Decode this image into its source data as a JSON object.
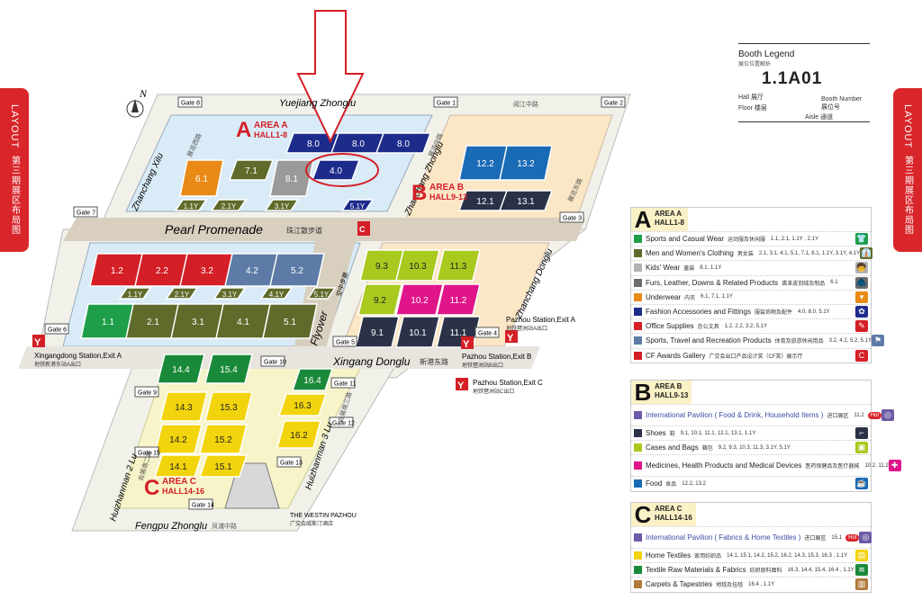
{
  "side_tab": {
    "en": "LAYOUT",
    "zh": "第三期展区布局图"
  },
  "streets": {
    "yuejiang_en": "Yuejiang Zhonglu",
    "yuejiang_zh": "阅江中路",
    "zhanchang_xilu": "Zhanchang Xilu",
    "zhanchang_xilu_zh": "展览西路",
    "zhanchang_zhonglu": "Zhanchang Zhonglu",
    "zhanchang_zhonglu_zh": "展览中路",
    "zhanchang_donglu": "Zhanchang Donglu",
    "zhanchang_donglu_zh": "展览东路",
    "pearl_promenade": "Pearl Promenade",
    "pearl_promenade_zh": "珠江散步道",
    "flyover": "Flyover",
    "flyover_zh": "空中步廊",
    "xingang_donglu": "Xingang Donglu",
    "xingang_donglu_zh": "新港东路",
    "fengpu_zhonglu": "Fengpu Zhonglu",
    "fengpu_zhonglu_zh": "凤浦中路",
    "huizhanman2": "Huizhanman 2 Lu",
    "huizhanman2_zh": "会展南二路",
    "huizhanman3": "Huizhanman 3 Lu",
    "huizhanman3_zh": "会展南三路"
  },
  "gates": [
    "Gate 8",
    "Gate 1",
    "Gate 2",
    "Gate 7",
    "Gate 3",
    "Gate 6",
    "Gate 5",
    "Gate 4",
    "Gate 10",
    "Gate 9",
    "Gate 11",
    "Gate 12",
    "Gate 15",
    "Gate 13",
    "Gate 14"
  ],
  "areas": {
    "a": {
      "letter": "A",
      "name": "AREA A",
      "halls": "HALL1-8"
    },
    "b": {
      "letter": "B",
      "name": "AREA B",
      "halls": "HALL9-13"
    },
    "c": {
      "letter": "C",
      "name": "AREA C",
      "halls": "HALL14-16"
    }
  },
  "stations": {
    "xingangdong": "Xingangdong Station,Exit A",
    "xingangdong_zh": "地铁新港东站A出口",
    "pazhou_a": "Pazhou Station,Exit A",
    "pazhou_a_zh": "地铁琶洲站A出口",
    "pazhou_b": "Pazhou Station,Exit B",
    "pazhou_b_zh": "地铁琶洲站B出口",
    "pazhou_c": "Pazhou Station,Exit C",
    "pazhou_c_zh": "地铁琶洲站C出口"
  },
  "westin": {
    "en": "THE WESTIN PAZHOU",
    "zh": "广交会威斯汀酒店"
  },
  "compass": "N",
  "highlight_hall": "4.0",
  "halls": [
    {
      "label": "8.0",
      "color": "#1d2b8a"
    },
    {
      "label": "8.0",
      "color": "#1d2b8a"
    },
    {
      "label": "8.0",
      "color": "#1d2b8a"
    },
    {
      "label": "6.1",
      "color": "#e98a17"
    },
    {
      "label": "7.1",
      "color": "#5f6b2a"
    },
    {
      "label": "8.1",
      "color": "#9a9a9a"
    },
    {
      "label": "4.0",
      "color": "#1d2b8a"
    },
    {
      "label": "1.1Y",
      "color": "#5f6b2a"
    },
    {
      "label": "2.1Y",
      "color": "#5f6b2a"
    },
    {
      "label": "3.1Y",
      "color": "#5f6b2a"
    },
    {
      "label": "5.1Y",
      "color": "#1d2b8a"
    },
    {
      "label": "12.2",
      "color": "#1a6bb5"
    },
    {
      "label": "13.2",
      "color": "#1a6bb5"
    },
    {
      "label": "12.1",
      "color": "#2b3248"
    },
    {
      "label": "13.1",
      "color": "#2b3248"
    },
    {
      "label": "1.2",
      "color": "#d41f26"
    },
    {
      "label": "2.2",
      "color": "#d41f26"
    },
    {
      "label": "3.2",
      "color": "#d41f26"
    },
    {
      "label": "4.2",
      "color": "#5d7ba6"
    },
    {
      "label": "5.2",
      "color": "#5d7ba6"
    },
    {
      "label": "1.1Y",
      "color": "#5f6b2a"
    },
    {
      "label": "2.1Y",
      "color": "#5f6b2a"
    },
    {
      "label": "3.1Y",
      "color": "#5f6b2a"
    },
    {
      "label": "4.1Y",
      "color": "#5f6b2a"
    },
    {
      "label": "5.1Y",
      "color": "#5f6b2a"
    },
    {
      "label": "1.1",
      "color": "#1f9e4a"
    },
    {
      "label": "2.1",
      "color": "#5f6b2a"
    },
    {
      "label": "3.1",
      "color": "#5f6b2a"
    },
    {
      "label": "4.1",
      "color": "#5f6b2a"
    },
    {
      "label": "5.1",
      "color": "#5f6b2a"
    },
    {
      "label": "9.3",
      "color": "#a9c91e"
    },
    {
      "label": "10.3",
      "color": "#a9c91e"
    },
    {
      "label": "11.3",
      "color": "#a9c91e"
    },
    {
      "label": "9.2",
      "color": "#a9c91e"
    },
    {
      "label": "10.2",
      "color": "#e0158a"
    },
    {
      "label": "11.2",
      "color": "#e0158a"
    },
    {
      "label": "9.1",
      "color": "#2b3248"
    },
    {
      "label": "10.1",
      "color": "#2b3248"
    },
    {
      "label": "11.1",
      "color": "#2b3248"
    },
    {
      "label": "14.4",
      "color": "#1a8a3a"
    },
    {
      "label": "15.4",
      "color": "#1a8a3a"
    },
    {
      "label": "16.4",
      "color": "#1a8a3a"
    },
    {
      "label": "14.3",
      "color": "#f2d40c"
    },
    {
      "label": "15.3",
      "color": "#f2d40c"
    },
    {
      "label": "16.3",
      "color": "#f2d40c"
    },
    {
      "label": "14.2",
      "color": "#f2d40c"
    },
    {
      "label": "15.2",
      "color": "#f2d40c"
    },
    {
      "label": "16.2",
      "color": "#f2d40c"
    },
    {
      "label": "14.1",
      "color": "#f2d40c"
    },
    {
      "label": "15.1",
      "color": "#f2d40c"
    }
  ],
  "booth_legend": {
    "title": "Booth Legend",
    "title_zh": "展位位置解析",
    "code": "1.1A01",
    "hall": "Hall",
    "hall_zh": "展厅",
    "floor": "Floor",
    "floor_zh": "楼层",
    "aisle": "Aisle",
    "aisle_zh": "通道",
    "booth_number": "Booth Number",
    "booth_number_zh": "展位号"
  },
  "legend_a": {
    "letter": "A",
    "area": "AREA A",
    "halls": "HALL1-8",
    "rows": [
      {
        "name": "Sports and Casual Wear",
        "zh": "运动服及休闲服",
        "halls": "1.1, 2.1, 1.1Y , 2.1Y",
        "color": "#1f9e4a",
        "icon": "shirt-icon"
      },
      {
        "name": "Men and Women's Clothing",
        "zh": "男女装",
        "halls": "2.1, 3.1, 4.1, 5.1, 7.1, 8.1, 1.1Y, 3.1Y, 4.1Y",
        "color": "#5f6b2a",
        "icon": "clothing-icon"
      },
      {
        "name": "Kids' Wear",
        "zh": "童装",
        "halls": "8.1, 1.1Y",
        "color": "#b3b3b3",
        "icon": "kids-icon"
      },
      {
        "name": "Furs, Leather, Downs & Related Products",
        "zh": "裘革皮羽绒及制品",
        "halls": "6.1",
        "color": "#6b6b6b",
        "icon": "fur-icon"
      },
      {
        "name": "Underwear",
        "zh": "内衣",
        "halls": "6.1, 7.1, 1.1Y",
        "color": "#e98a17",
        "icon": "underwear-icon"
      },
      {
        "name": "Fashion Accessories and Fittings",
        "zh": "服装饰物及配件",
        "halls": "4.0, 8.0, 5.1Y",
        "color": "#1d2b8a",
        "icon": "accessories-icon"
      },
      {
        "name": "Office Supplies",
        "zh": "办公文具",
        "halls": "1.2, 2.2, 3.2, 5.1Y",
        "color": "#d41f26",
        "icon": "pen-icon"
      },
      {
        "name": "Sports, Travel and Recreation Products",
        "zh": "体育及旅游休闲用品",
        "halls": "3.2, 4.2, 5.2, 5.1Y",
        "color": "#5d7ba6",
        "icon": "sports-icon"
      },
      {
        "name": "CF Awards Gallery",
        "zh": "广交会出口产品设计奖（CF奖）展示厅",
        "halls": "",
        "color": "#d41f26",
        "icon": "cf-logo-icon"
      }
    ]
  },
  "legend_b": {
    "letter": "B",
    "area": "AREA B",
    "halls": "HALL9-13",
    "rows": [
      {
        "name": "International Pavilion ( Food & Drink, Household Items )",
        "zh": "进口展区",
        "halls": "11.2",
        "color": "#6c5aa6",
        "icon": "globe-icon",
        "hot": "Hot"
      },
      {
        "name": "Shoes",
        "zh": "鞋",
        "halls": "9.1, 10.1, 11.1, 12.1, 13.1, 1.1Y",
        "color": "#2b3248",
        "icon": "shoe-icon"
      },
      {
        "name": "Cases and Bags",
        "zh": "箱包",
        "halls": "9.2, 9.3, 10.3, 11.3, 3.1Y, 5.1Y",
        "color": "#a9c91e",
        "icon": "bag-icon"
      },
      {
        "name": "Medicines, Health Products and Medical Devices",
        "zh": "医药保健品及医疗器械",
        "halls": "10.2, 11.2",
        "color": "#e0158a",
        "icon": "medical-icon"
      },
      {
        "name": "Food",
        "zh": "食品",
        "halls": "12.2, 13.2",
        "color": "#1a6bb5",
        "icon": "food-icon"
      }
    ]
  },
  "legend_c": {
    "letter": "C",
    "area": "AREA C",
    "halls": "HALL14-16",
    "rows": [
      {
        "name": "International Pavilion ( Fabrics & Home Textiles )",
        "zh": "进口展区",
        "halls": "15.1",
        "color": "#6c5aa6",
        "icon": "globe-icon",
        "hot": "Hot"
      },
      {
        "name": "Home Textiles",
        "zh": "家用纺织品",
        "halls": "14.1, 15.1, 14.2, 15.2, 16.2, 14.3, 15.3, 16.3 , 1.1Y",
        "color": "#f2d40c",
        "icon": "textile-icon"
      },
      {
        "name": "Textile Raw Materials & Fabrics",
        "zh": "纺织原料面料",
        "halls": "16.3, 14.4, 15.4, 16.4 , 1.1Y",
        "color": "#1a8a3a",
        "icon": "fabric-icon"
      },
      {
        "name": "Carpets & Tapestries",
        "zh": "地毯及挂毯",
        "halls": "16.4 , 1.1Y",
        "color": "#b07a3a",
        "icon": "carpet-icon"
      }
    ]
  }
}
